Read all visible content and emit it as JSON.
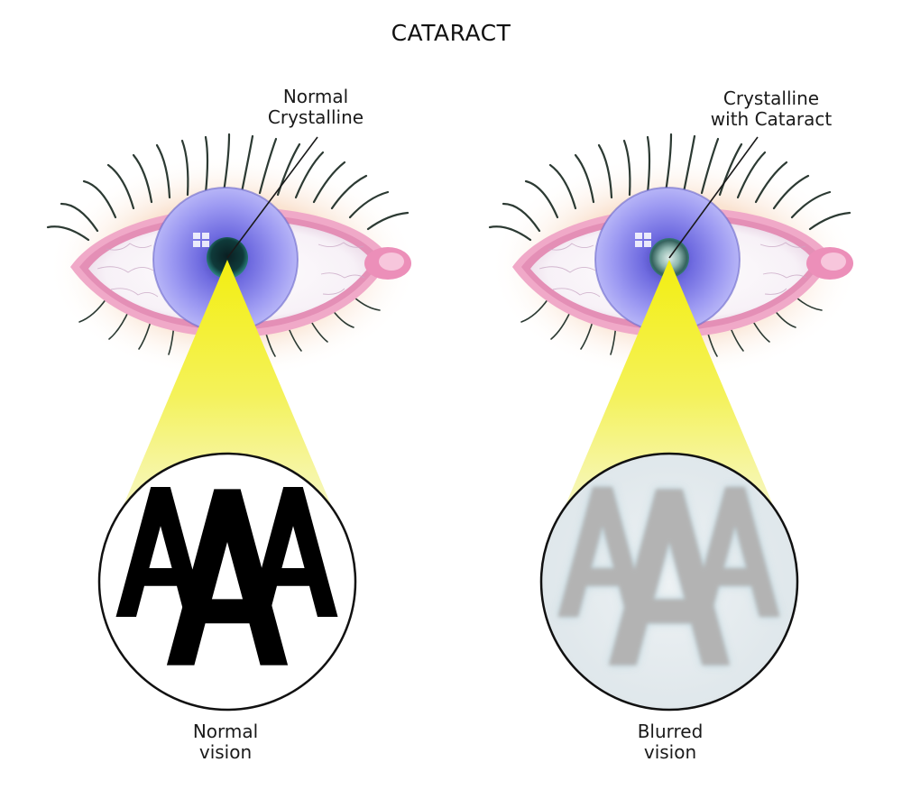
{
  "title": "CATARACT",
  "panels": [
    {
      "id": "normal",
      "lens_label": [
        "Normal",
        "Crystalline"
      ],
      "vision_label": [
        "Normal",
        "vision"
      ],
      "chart_letters": [
        "A",
        "A",
        "A"
      ],
      "letter_color": "#000000",
      "vision_background": "#ffffff"
    },
    {
      "id": "cataract",
      "lens_label": [
        "Crystalline",
        "with Cataract"
      ],
      "vision_label": [
        "Blurred",
        "vision"
      ],
      "chart_letters": [
        "A",
        "A",
        "A"
      ],
      "letter_color": "#b3b3b3",
      "vision_background": "#e6ecf0"
    }
  ],
  "colors": {
    "iris": "#8f8cf0",
    "sclera": "#ffffff",
    "eyelid": "#f0a9c8",
    "skin_glow": "#f6c9a6",
    "light_beam": "#f2ef2a",
    "pupil_normal": "#0f3a3a",
    "pupil_cataract": "#6f9f9a"
  }
}
